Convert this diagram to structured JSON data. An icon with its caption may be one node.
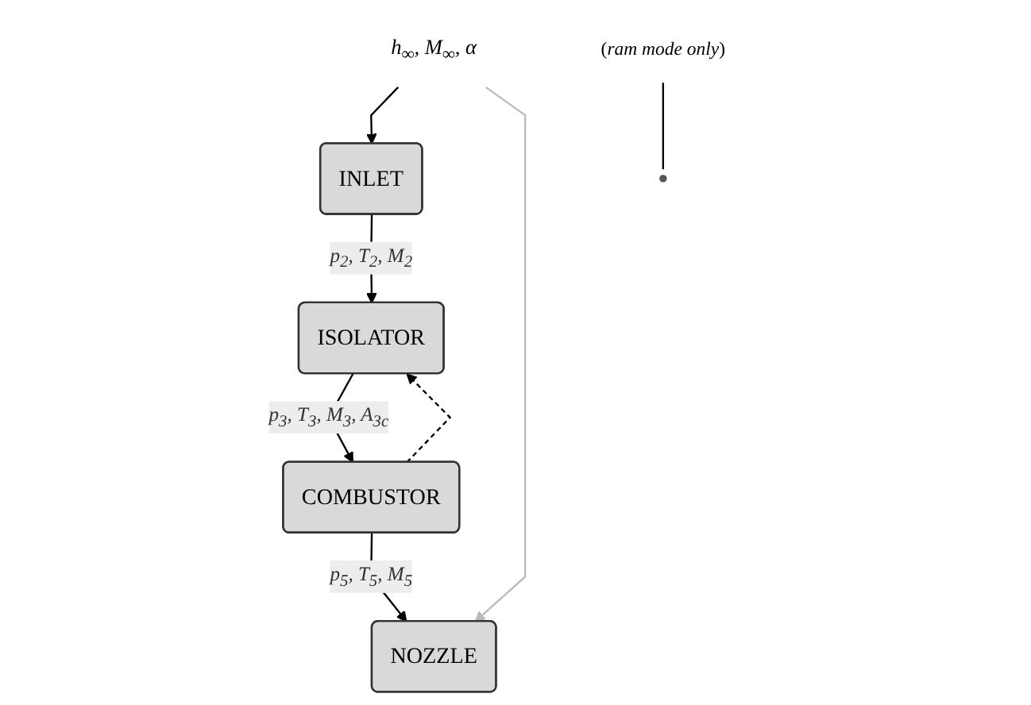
{
  "diagram": {
    "nodes": [
      {
        "text": [
          "h$_{∞}$, M$_{∞}$, α"
        ]
      },
      {
        "text": [
          "INLET"
        ]
      },
      {
        "text": [
          "ISOLATOR"
        ]
      },
      {
        "text": [
          "COMBUSTOR"
        ]
      },
      {
        "text": [
          "NOZZLE"
        ]
      },
      {
        "text": [
          "(*ram mode only*)"
        ]
      }
    ],
    "edges": [
      {
        "from": 0,
        "to": 1,
        "arrow": "to"
      },
      {
        "from": 0,
        "to": 4,
        "arrow": "to",
        "color": "#bbbbbb"
      },
      {
        "from": 1,
        "to": 2,
        "arrow": "to",
        "label": "p$_{2}$, T$_{2}$, M$_{2}$"
      },
      {
        "from": 2,
        "to": 3,
        "arrow": "to",
        "label": "p$_{3}$, T$_{3}$, M$_{3}$, A$_{3c}$"
      },
      {
        "from": 3,
        "to": 4,
        "arrow": "to",
        "label": "p$_{5}$, T$_{5}$, M$_{5}$"
      },
      {
        "from": 3,
        "to": 2,
        "arrow": "to",
        "style": "dashed"
      },
      {
        "from": 5,
        "to": null,
        "arrow": "none"
      }
    ]
  }
}
